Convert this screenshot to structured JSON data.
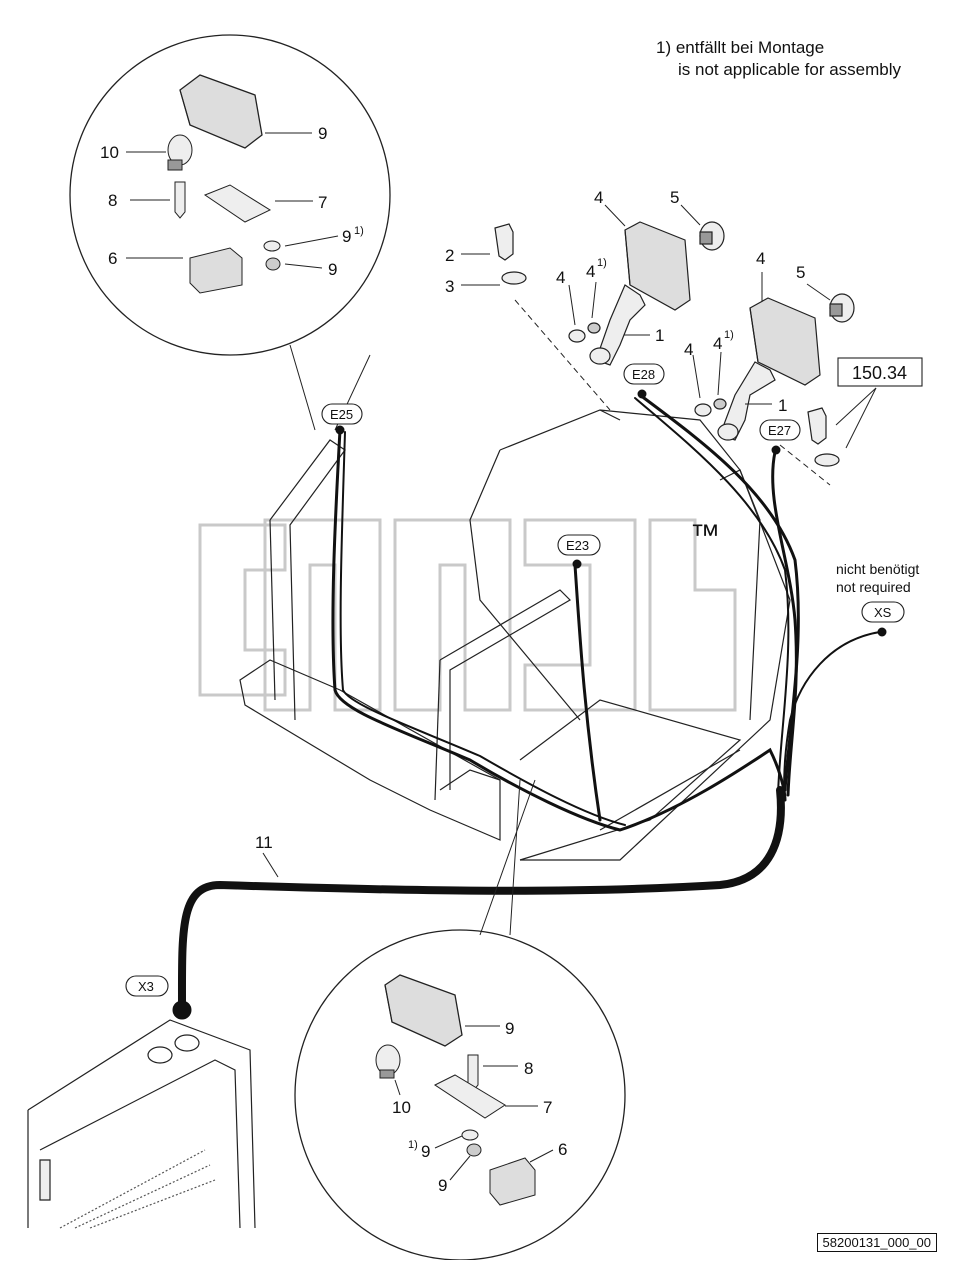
{
  "notes": {
    "assembly_de": "1) entfällt bei Montage",
    "assembly_en": "is not applicable for assembly",
    "xs_de": "nicht benötigt",
    "xs_en": "not required"
  },
  "connectors": {
    "e25": "E25",
    "e28": "E28",
    "e27": "E27",
    "e23": "E23",
    "xs": "XS",
    "x3": "X3"
  },
  "reference": "150.34",
  "document_id": "58200131_000_00",
  "watermark": "™",
  "callouts": {
    "top_detail": {
      "lamp": "9",
      "bulb": "10",
      "screw": "8",
      "bracket": "7",
      "washer": "9",
      "washer_note": "1)",
      "nut": "9",
      "clamp": "6"
    },
    "main": {
      "screw": "2",
      "washer": "3",
      "lamp_left": "4",
      "bulb_left": "5",
      "lamp_right": "4",
      "bulb_right": "5",
      "washer_l": "4",
      "washer_note_l": "4",
      "note_l": "1)",
      "bracket_l": "1",
      "washer_r": "4",
      "washer_note_r": "4",
      "note_r": "1)",
      "bracket_r": "1",
      "harness": "11"
    },
    "bottom_detail": {
      "lamp": "9",
      "screw": "8",
      "bulb": "10",
      "bracket": "7",
      "washer_note": "1)",
      "washer": "9",
      "nut": "9",
      "clamp": "6"
    }
  }
}
